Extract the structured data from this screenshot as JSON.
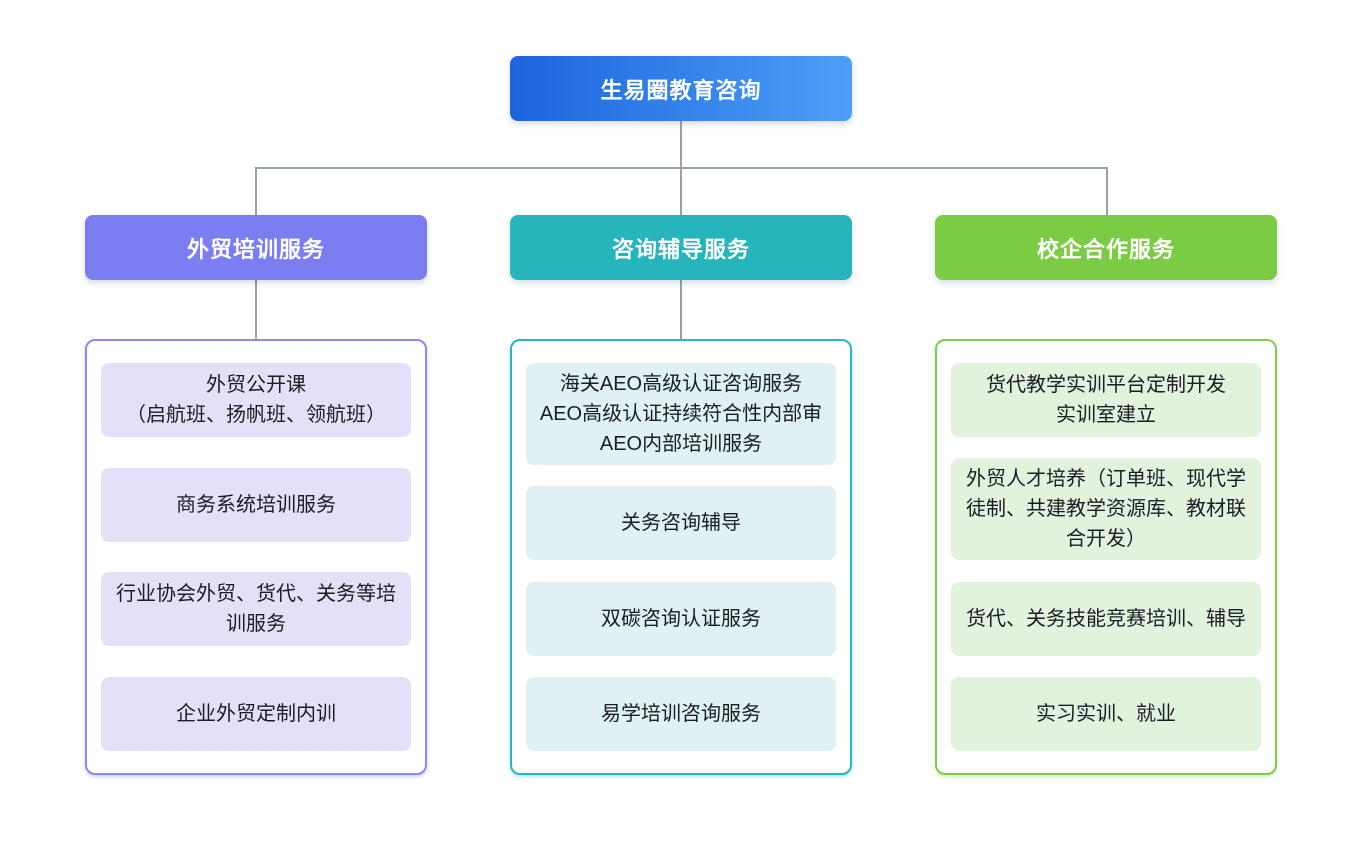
{
  "root": {
    "label": "生易圈教育咨询"
  },
  "branches": [
    {
      "id": "foreign-trade-training",
      "label": "外贸培训服务",
      "header_color": "#7A7EF0",
      "border_color": "#888CF2",
      "item_bg_color": "#E3E1F8",
      "items": [
        "外贸公开课\n（启航班、扬帆班、领航班）",
        "商务系统培训服务",
        "行业协会外贸、货代、关务等培训服务",
        "企业外贸定制内训"
      ]
    },
    {
      "id": "consulting-coaching",
      "label": "咨询辅导服务",
      "header_color": "#27B5BC",
      "border_color": "#2AB6BD",
      "item_bg_color": "#DFF1F3",
      "items": [
        "海关AEO高级认证咨询服务\nAEO高级认证持续符合性内部审\nAEO内部培训服务",
        "关务咨询辅导",
        "双碳咨询认证服务",
        "易学培训咨询服务"
      ]
    },
    {
      "id": "school-enterprise-cooperation",
      "label": "校企合作服务",
      "header_color": "#7CCB45",
      "border_color": "#7FCC4D",
      "item_bg_color": "#E1F2DD",
      "items": [
        "货代教学实训平台定制开发\n实训室建立",
        "外贸人才培养（订单班、现代学徒制、共建教学资源库、教材联合开发）",
        "货代、关务技能竞赛培训、辅导",
        "实习实训、就业"
      ]
    }
  ],
  "colors": {
    "root_gradient_start": "#1C64DE",
    "root_gradient_end": "#4C9FF7",
    "connector": "#98A0A8",
    "background": "#FFFFFF",
    "item_text": "#1A1D23"
  }
}
